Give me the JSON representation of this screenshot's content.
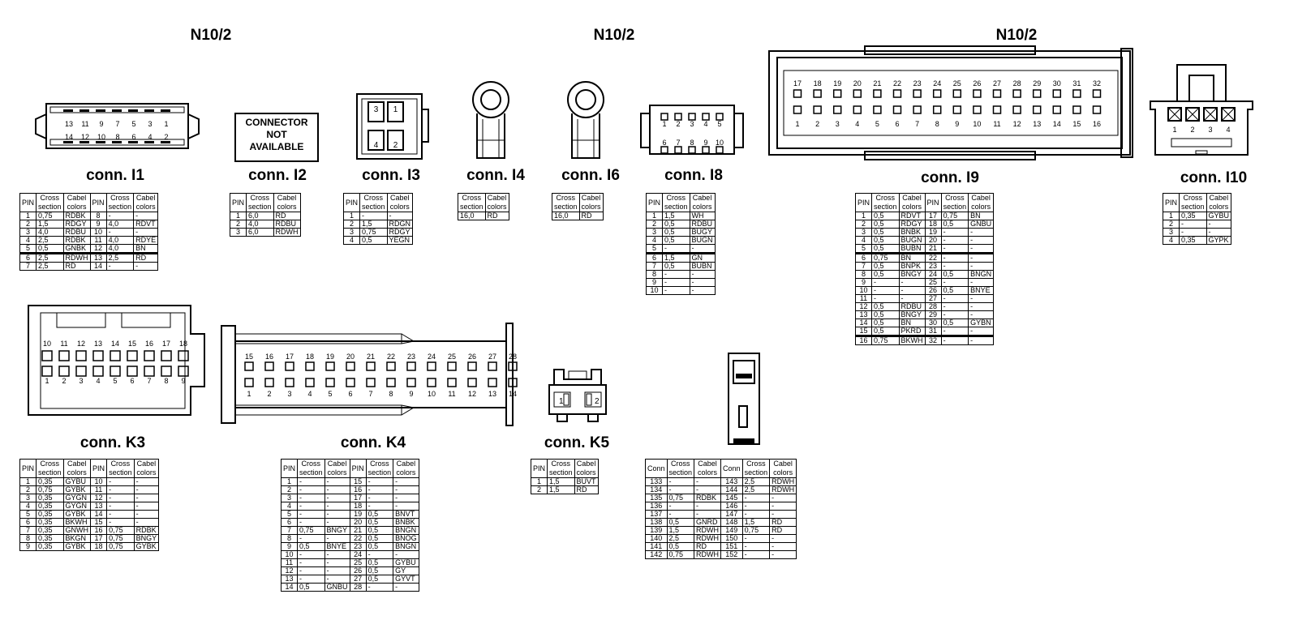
{
  "titles": [
    "N10/2",
    "N10/2",
    "N10/2"
  ],
  "not_available": "CONNECTOR\nNOT\nAVAILABLE",
  "h": {
    "pin": "PIN",
    "conn": "Conn",
    "cross": "Cross\nsection",
    "cabel": "Cabel\ncolors"
  },
  "diagrams": {
    "i1": {
      "top": [
        "13",
        "11",
        "9",
        "7",
        "5",
        "3",
        "1"
      ],
      "bottom": [
        "14",
        "12",
        "10",
        "8",
        "6",
        "4",
        "2"
      ]
    },
    "i3": {
      "top": [
        "3",
        "1"
      ],
      "bottom": [
        "4",
        "2"
      ]
    },
    "i8": {
      "top": [
        "1",
        "2",
        "3",
        "4",
        "5"
      ],
      "bottom": [
        "6",
        "7",
        "8",
        "9",
        "10"
      ]
    },
    "i9": {
      "top": [
        "17",
        "18",
        "19",
        "20",
        "21",
        "22",
        "23",
        "24",
        "25",
        "26",
        "27",
        "28",
        "29",
        "30",
        "31",
        "32"
      ],
      "bottom": [
        "1",
        "2",
        "3",
        "4",
        "5",
        "6",
        "7",
        "8",
        "9",
        "10",
        "11",
        "12",
        "13",
        "14",
        "15",
        "16"
      ]
    },
    "i10": {
      "pins": [
        "1",
        "2",
        "3",
        "4"
      ]
    },
    "k3": {
      "top": [
        "10",
        "11",
        "12",
        "13",
        "14",
        "15",
        "16",
        "17",
        "18"
      ],
      "bottom": [
        "1",
        "2",
        "3",
        "4",
        "5",
        "6",
        "7",
        "8",
        "9"
      ]
    },
    "k4": {
      "top": [
        "15",
        "16",
        "17",
        "18",
        "19",
        "20",
        "21",
        "22",
        "23",
        "24",
        "25",
        "26",
        "27",
        "28"
      ],
      "bottom": [
        "1",
        "2",
        "3",
        "4",
        "5",
        "6",
        "7",
        "8",
        "9",
        "10",
        "11",
        "12",
        "13",
        "14"
      ]
    },
    "k5": {
      "pins": [
        "1",
        "2"
      ]
    }
  },
  "connectors": [
    {
      "id": "i1",
      "label": "conn. I1",
      "double": true,
      "rows": [
        [
          "1",
          "0,75",
          "RDBK",
          "8",
          "-",
          "-"
        ],
        [
          "2",
          "1,5",
          "RDGY",
          "9",
          "4,0",
          "RDVT"
        ],
        [
          "3",
          "4,0",
          "RDBU",
          "10",
          "-",
          "-"
        ],
        [
          "4",
          "2,5",
          "RDBK",
          "11",
          "4,0",
          "RDYE"
        ],
        [
          "5",
          "0,5",
          "GNBK",
          "12",
          "4,0",
          "BN"
        ],
        [
          "6",
          "2,5",
          "RDWH",
          "13",
          "2,5",
          "RD"
        ],
        [
          "7",
          "2,5",
          "RD",
          "14",
          "-",
          "-"
        ]
      ]
    },
    {
      "id": "i2",
      "label": "conn. I2",
      "double": false,
      "rows": [
        [
          "1",
          "6,0",
          "RD"
        ],
        [
          "2",
          "4,0",
          "RDBU"
        ],
        [
          "3",
          "6,0",
          "RDWH"
        ]
      ]
    },
    {
      "id": "i3",
      "label": "conn. I3",
      "double": false,
      "rows": [
        [
          "1",
          "-",
          "-"
        ],
        [
          "2",
          "1,5",
          "RDGN"
        ],
        [
          "3",
          "0,75",
          "RDGY"
        ],
        [
          "4",
          "0,5",
          "YEGN"
        ]
      ]
    },
    {
      "id": "i4",
      "label": "conn. I4",
      "nopin": true,
      "rows": [
        [
          "16,0",
          "RD"
        ]
      ]
    },
    {
      "id": "i6",
      "label": "conn. I6",
      "nopin": true,
      "rows": [
        [
          "16,0",
          "RD"
        ]
      ]
    },
    {
      "id": "i8",
      "label": "conn. I8",
      "double": false,
      "rows": [
        [
          "1",
          "1,5",
          "WH"
        ],
        [
          "2",
          "0,5",
          "RDBU"
        ],
        [
          "3",
          "0,5",
          "BUGY"
        ],
        [
          "4",
          "0,5",
          "BUGN"
        ],
        [
          "5",
          "-",
          "-"
        ],
        [
          "6",
          "1,5",
          "GN"
        ],
        [
          "7",
          "0,5",
          "BUBN"
        ],
        [
          "8",
          "-",
          "-"
        ],
        [
          "9",
          "-",
          "-"
        ],
        [
          "10",
          "-",
          "-"
        ]
      ]
    },
    {
      "id": "i9",
      "label": "conn. I9",
      "double": true,
      "rows": [
        [
          "1",
          "0,5",
          "RDVT",
          "17",
          "0,75",
          "BN"
        ],
        [
          "2",
          "0,5",
          "RDGY",
          "18",
          "0,5",
          "GNBU"
        ],
        [
          "3",
          "0,5",
          "BNBK",
          "19",
          "-",
          "-"
        ],
        [
          "4",
          "0,5",
          "BUGN",
          "20",
          "-",
          "-"
        ],
        [
          "5",
          "0,5",
          "BUBN",
          "21",
          "-",
          "-"
        ],
        [
          "6",
          "0,75",
          "BN",
          "22",
          "-",
          "-"
        ],
        [
          "7",
          "0,5",
          "BNPK",
          "23",
          "-",
          "-"
        ],
        [
          "8",
          "0,5",
          "BNGY",
          "24",
          "0,5",
          "BNGN"
        ],
        [
          "9",
          "-",
          "-",
          "25",
          "-",
          "-"
        ],
        [
          "10",
          "-",
          "-",
          "26",
          "0,5",
          "BNYE"
        ],
        [
          "11",
          "-",
          "-",
          "27",
          "-",
          "-"
        ],
        [
          "12",
          "0,5",
          "RDBU",
          "28",
          "-",
          "-"
        ],
        [
          "13",
          "0,5",
          "BNGY",
          "29",
          "-",
          "-"
        ],
        [
          "14",
          "0,5",
          "BN",
          "30",
          "0,5",
          "GYBN"
        ],
        [
          "15",
          "0,5",
          "PKRD",
          "31",
          "-",
          "-"
        ],
        [
          "16",
          "0,75",
          "BKWH",
          "32",
          "-",
          "-"
        ]
      ]
    },
    {
      "id": "i10",
      "label": "conn. I10",
      "double": false,
      "rows": [
        [
          "1",
          "0,35",
          "GYBU"
        ],
        [
          "2",
          "-",
          "-"
        ],
        [
          "3",
          "-",
          "-"
        ],
        [
          "4",
          "0,35",
          "GYPK"
        ]
      ]
    },
    {
      "id": "k3",
      "label": "conn. K3",
      "double": true,
      "rows": [
        [
          "1",
          "0,35",
          "GYBU",
          "10",
          "-",
          "-"
        ],
        [
          "2",
          "0,75",
          "GYBK",
          "11",
          "-",
          "-"
        ],
        [
          "3",
          "0,35",
          "GYGN",
          "12",
          "-",
          "-"
        ],
        [
          "4",
          "0,35",
          "GYGN",
          "13",
          "-",
          "-"
        ],
        [
          "5",
          "0,35",
          "GYBK",
          "14",
          "-",
          "-"
        ],
        [
          "6",
          "0,35",
          "BKWH",
          "15",
          "-",
          "-"
        ],
        [
          "7",
          "0,35",
          "GNWH",
          "16",
          "0,75",
          "RDBK"
        ],
        [
          "8",
          "0,35",
          "BKGN",
          "17",
          "0,75",
          "BNGY"
        ],
        [
          "9",
          "0,35",
          "GYBK",
          "18",
          "0,75",
          "GYBK"
        ]
      ]
    },
    {
      "id": "k4",
      "label": "conn. K4",
      "double": true,
      "rows": [
        [
          "1",
          "-",
          "-",
          "15",
          "-",
          "-"
        ],
        [
          "2",
          "-",
          "-",
          "16",
          "-",
          "-"
        ],
        [
          "3",
          "-",
          "-",
          "17",
          "-",
          "-"
        ],
        [
          "4",
          "-",
          "-",
          "18",
          "-",
          "-"
        ],
        [
          "5",
          "-",
          "-",
          "19",
          "0,5",
          "BNVT"
        ],
        [
          "6",
          "-",
          "-",
          "20",
          "0,5",
          "BNBK"
        ],
        [
          "7",
          "0,75",
          "BNGY",
          "21",
          "0,5",
          "BNGN"
        ],
        [
          "8",
          "-",
          "-",
          "22",
          "0,5",
          "BNOG"
        ],
        [
          "9",
          "0,5",
          "BNYE",
          "23",
          "0,5",
          "BNGN"
        ],
        [
          "10",
          "-",
          "-",
          "24",
          "-",
          "-"
        ],
        [
          "11",
          "-",
          "-",
          "25",
          "0,5",
          "GYBU"
        ],
        [
          "12",
          "-",
          "-",
          "26",
          "0,5",
          "GY"
        ],
        [
          "13",
          "-",
          "-",
          "27",
          "0,5",
          "GYVT"
        ],
        [
          "14",
          "0,5",
          "GNBU",
          "28",
          "-",
          "-"
        ]
      ]
    },
    {
      "id": "k5",
      "label": "conn. K5",
      "double": false,
      "rows": [
        [
          "1",
          "1,5",
          "BUVT"
        ],
        [
          "2",
          "1,5",
          "RD"
        ]
      ]
    },
    {
      "id": "x",
      "label": "",
      "double": true,
      "conn": true,
      "rows": [
        [
          "133",
          "-",
          "-",
          "143",
          "2,5",
          "RDWH"
        ],
        [
          "134",
          "-",
          "-",
          "144",
          "2,5",
          "RDWH"
        ],
        [
          "135",
          "0,75",
          "RDBK",
          "145",
          "-",
          "-"
        ],
        [
          "136",
          "-",
          "-",
          "146",
          "-",
          "-"
        ],
        [
          "137",
          "-",
          "-",
          "147",
          "-",
          "-"
        ],
        [
          "138",
          "0,5",
          "GNRD",
          "148",
          "1,5",
          "RD"
        ],
        [
          "139",
          "1,5",
          "RDWH",
          "149",
          "0,75",
          "RD"
        ],
        [
          "140",
          "2,5",
          "RDWH",
          "150",
          "-",
          "-"
        ],
        [
          "141",
          "0,5",
          "RD",
          "151",
          "-",
          "-"
        ],
        [
          "142",
          "0,75",
          "RDWH",
          "152",
          "-",
          "-"
        ]
      ]
    }
  ]
}
